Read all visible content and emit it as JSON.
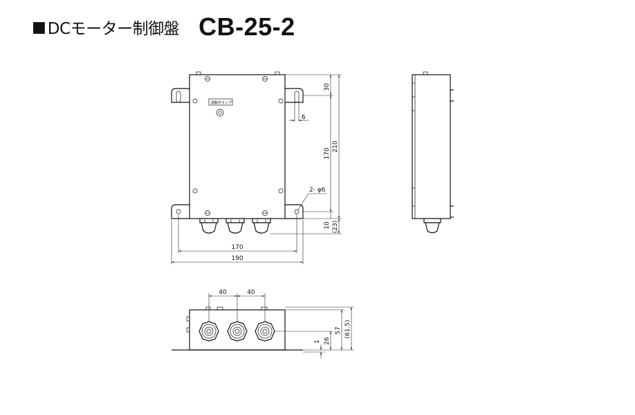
{
  "header": {
    "square": "■",
    "title": "DCモーター制御盤",
    "model": "CB-25-2"
  },
  "front_view": {
    "lamp_label": "運転中ランプ",
    "dim_30": "30",
    "dim_6": "6",
    "dim_170_v": "170",
    "dim_210": "210",
    "dim_hole": "2- φ6",
    "dim_10": "10",
    "dim_23": "(23)",
    "dim_170_h": "170",
    "dim_190": "190"
  },
  "bottom_view": {
    "dim_40a": "40",
    "dim_40b": "40",
    "dim_1": "1",
    "dim_26": "26",
    "dim_57": "57",
    "dim_615": "(61.5)"
  }
}
